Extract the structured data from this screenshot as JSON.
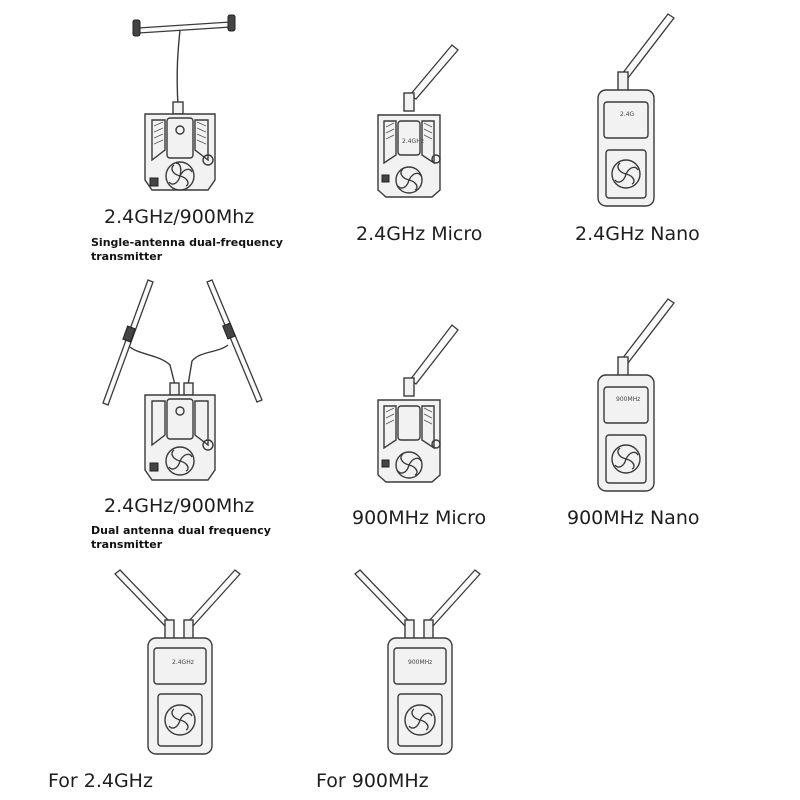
{
  "items": [
    {
      "label": "2.4GHz/900Mhz",
      "sublabel_line1": "Single-antenna dual-frequency",
      "sublabel_line2": "transmitter"
    },
    {
      "label": "2.4GHz Micro"
    },
    {
      "label": "2.4GHz Nano",
      "badge": "2.4G"
    },
    {
      "label": "2.4GHz/900Mhz",
      "sublabel_line1": "Dual antenna dual frequency",
      "sublabel_line2": "transmitter"
    },
    {
      "label": "900MHz Micro"
    },
    {
      "label": "900MHz Nano",
      "badge": "900MHz"
    },
    {
      "label": "For  2.4GHz",
      "badge": "2.4GHz"
    },
    {
      "label": "For 900MHz",
      "badge": "900MHz"
    }
  ],
  "icons": {
    "fan": "fan-icon",
    "antenna": "antenna-icon",
    "t_antenna": "t-antenna-icon"
  }
}
